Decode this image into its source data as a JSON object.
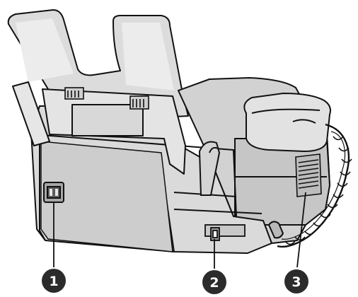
{
  "callouts": [
    {
      "number": "1"
    },
    {
      "number": "2"
    },
    {
      "number": "3"
    }
  ],
  "colors": {
    "line": "#111111",
    "body_light": "#e6e6e6",
    "body_mid": "#cfcfcf",
    "body_shadow": "#b2b2b2",
    "body_dark": "#8e8e8e",
    "callout_fill": "#2b2b2b",
    "background": "#ffffff"
  }
}
